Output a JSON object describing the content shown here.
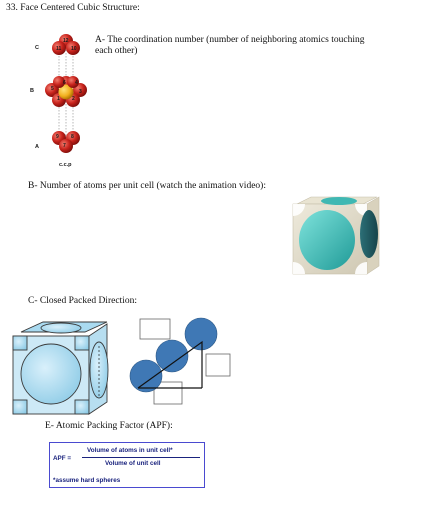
{
  "heading": "33. Face Centered Cubic Structure:",
  "part_a": {
    "line1": "A- The coordination number (number of neighboring atomics touching",
    "line2": "each other)"
  },
  "ccp_figure": {
    "layer_labels": [
      "C",
      "B",
      "A"
    ],
    "caption": "c.c.p",
    "atom_numbers": [
      "12",
      "11",
      "10",
      "5",
      "6",
      "4",
      "1",
      "2",
      "3",
      "9",
      "8",
      "7"
    ],
    "colors": {
      "atom": "#c8231c",
      "center": "#f2b01e"
    }
  },
  "part_b": "B- Number of atoms per unit cell (watch the animation video):",
  "part_c": "C- Closed Packed Direction:",
  "part_e": "E- Atomic Packing Factor (APF):",
  "apf": {
    "label": "APF =",
    "numerator": "Volume of atoms in unit cell*",
    "denominator": "Volume of unit cell",
    "note": "*assume hard spheres",
    "colors": {
      "text": "#1a237e",
      "border": "#4a4ad0"
    }
  }
}
